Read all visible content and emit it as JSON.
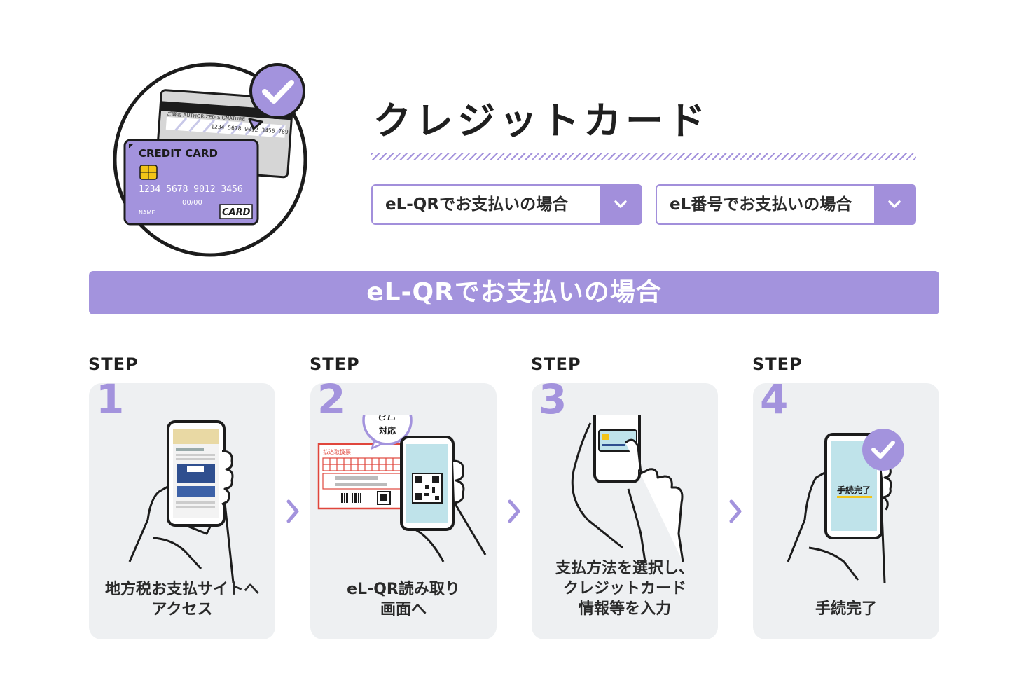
{
  "hero": {
    "card_front_title": "CREDIT CARD",
    "card_front_number": "1234 5678 9012 3456",
    "card_front_expiry": "00/00",
    "card_front_name": "NAME",
    "card_front_brand": "CARD",
    "card_back_signature": "ご署名 AUTHORIZED SIGNATURE",
    "card_back_number": "1234 5678 9012 3456 789"
  },
  "page": {
    "title": "クレジットカード"
  },
  "selects": [
    {
      "label": "eL-QRでお支払いの場合"
    },
    {
      "label": "eL番号でお支払いの場合"
    }
  ],
  "banner": {
    "title": "eL-QRでお支払いの場合"
  },
  "steps": [
    {
      "word": "STEP",
      "number": "1",
      "caption": [
        "地方税お支払サイトへ",
        "アクセス"
      ]
    },
    {
      "word": "STEP",
      "number": "2",
      "caption": [
        "eL-QR読み取り",
        "画面へ"
      ],
      "badge": "対応",
      "badge_logo": "eL",
      "slip_label": "払込取扱票"
    },
    {
      "word": "STEP",
      "number": "3",
      "caption": [
        "支払方法を選択し、",
        "クレジットカード",
        "情報等を入力"
      ]
    },
    {
      "word": "STEP",
      "number": "4",
      "caption": [
        "手続完了"
      ],
      "screen_text": "手続完了"
    }
  ],
  "colors": {
    "accent": "#a393dd",
    "card_bg": "#eef0f2",
    "text": "#222222",
    "phone_screen": "#bfe3ea",
    "slip_red": "#e0463c"
  },
  "icons": [
    "check-icon",
    "chevron-down-icon",
    "chevron-right-icon",
    "credit-card-icon",
    "smartphone-icon",
    "hand-icon",
    "qr-code-icon"
  ]
}
